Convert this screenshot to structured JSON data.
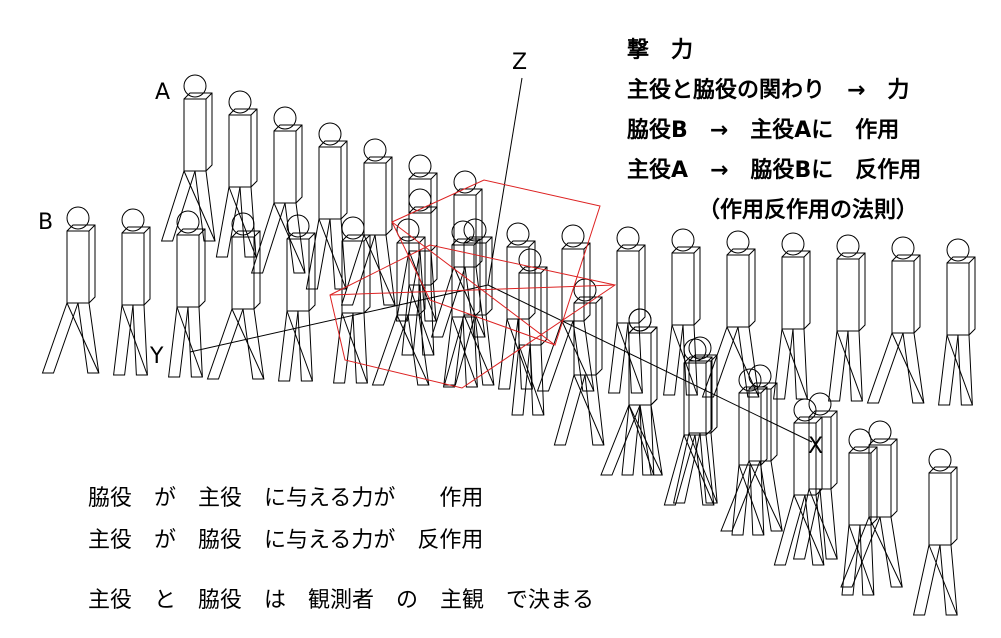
{
  "title_block": {
    "heading": "撃　力",
    "line1": "主役と脇役の関わり　→　力",
    "line2": "脇役B　→　主役Aに　作用",
    "line3": "主役A　→　脇役Bに　反作用",
    "line4": "（作用反作用の法則）"
  },
  "axes": {
    "x": "X",
    "y": "Y",
    "z": "Z"
  },
  "figures": {
    "a": "A",
    "b": "B"
  },
  "notes": {
    "line1": "脇役　が　主役　に与える力が　　作用",
    "line2": "主役　が　脇役　に与える力が　反作用",
    "line3": "主役　と　脇役　は　観測者　の　主観　で決まる"
  },
  "colors": {
    "line": "#000000",
    "impact_plane": "#dd2222"
  }
}
